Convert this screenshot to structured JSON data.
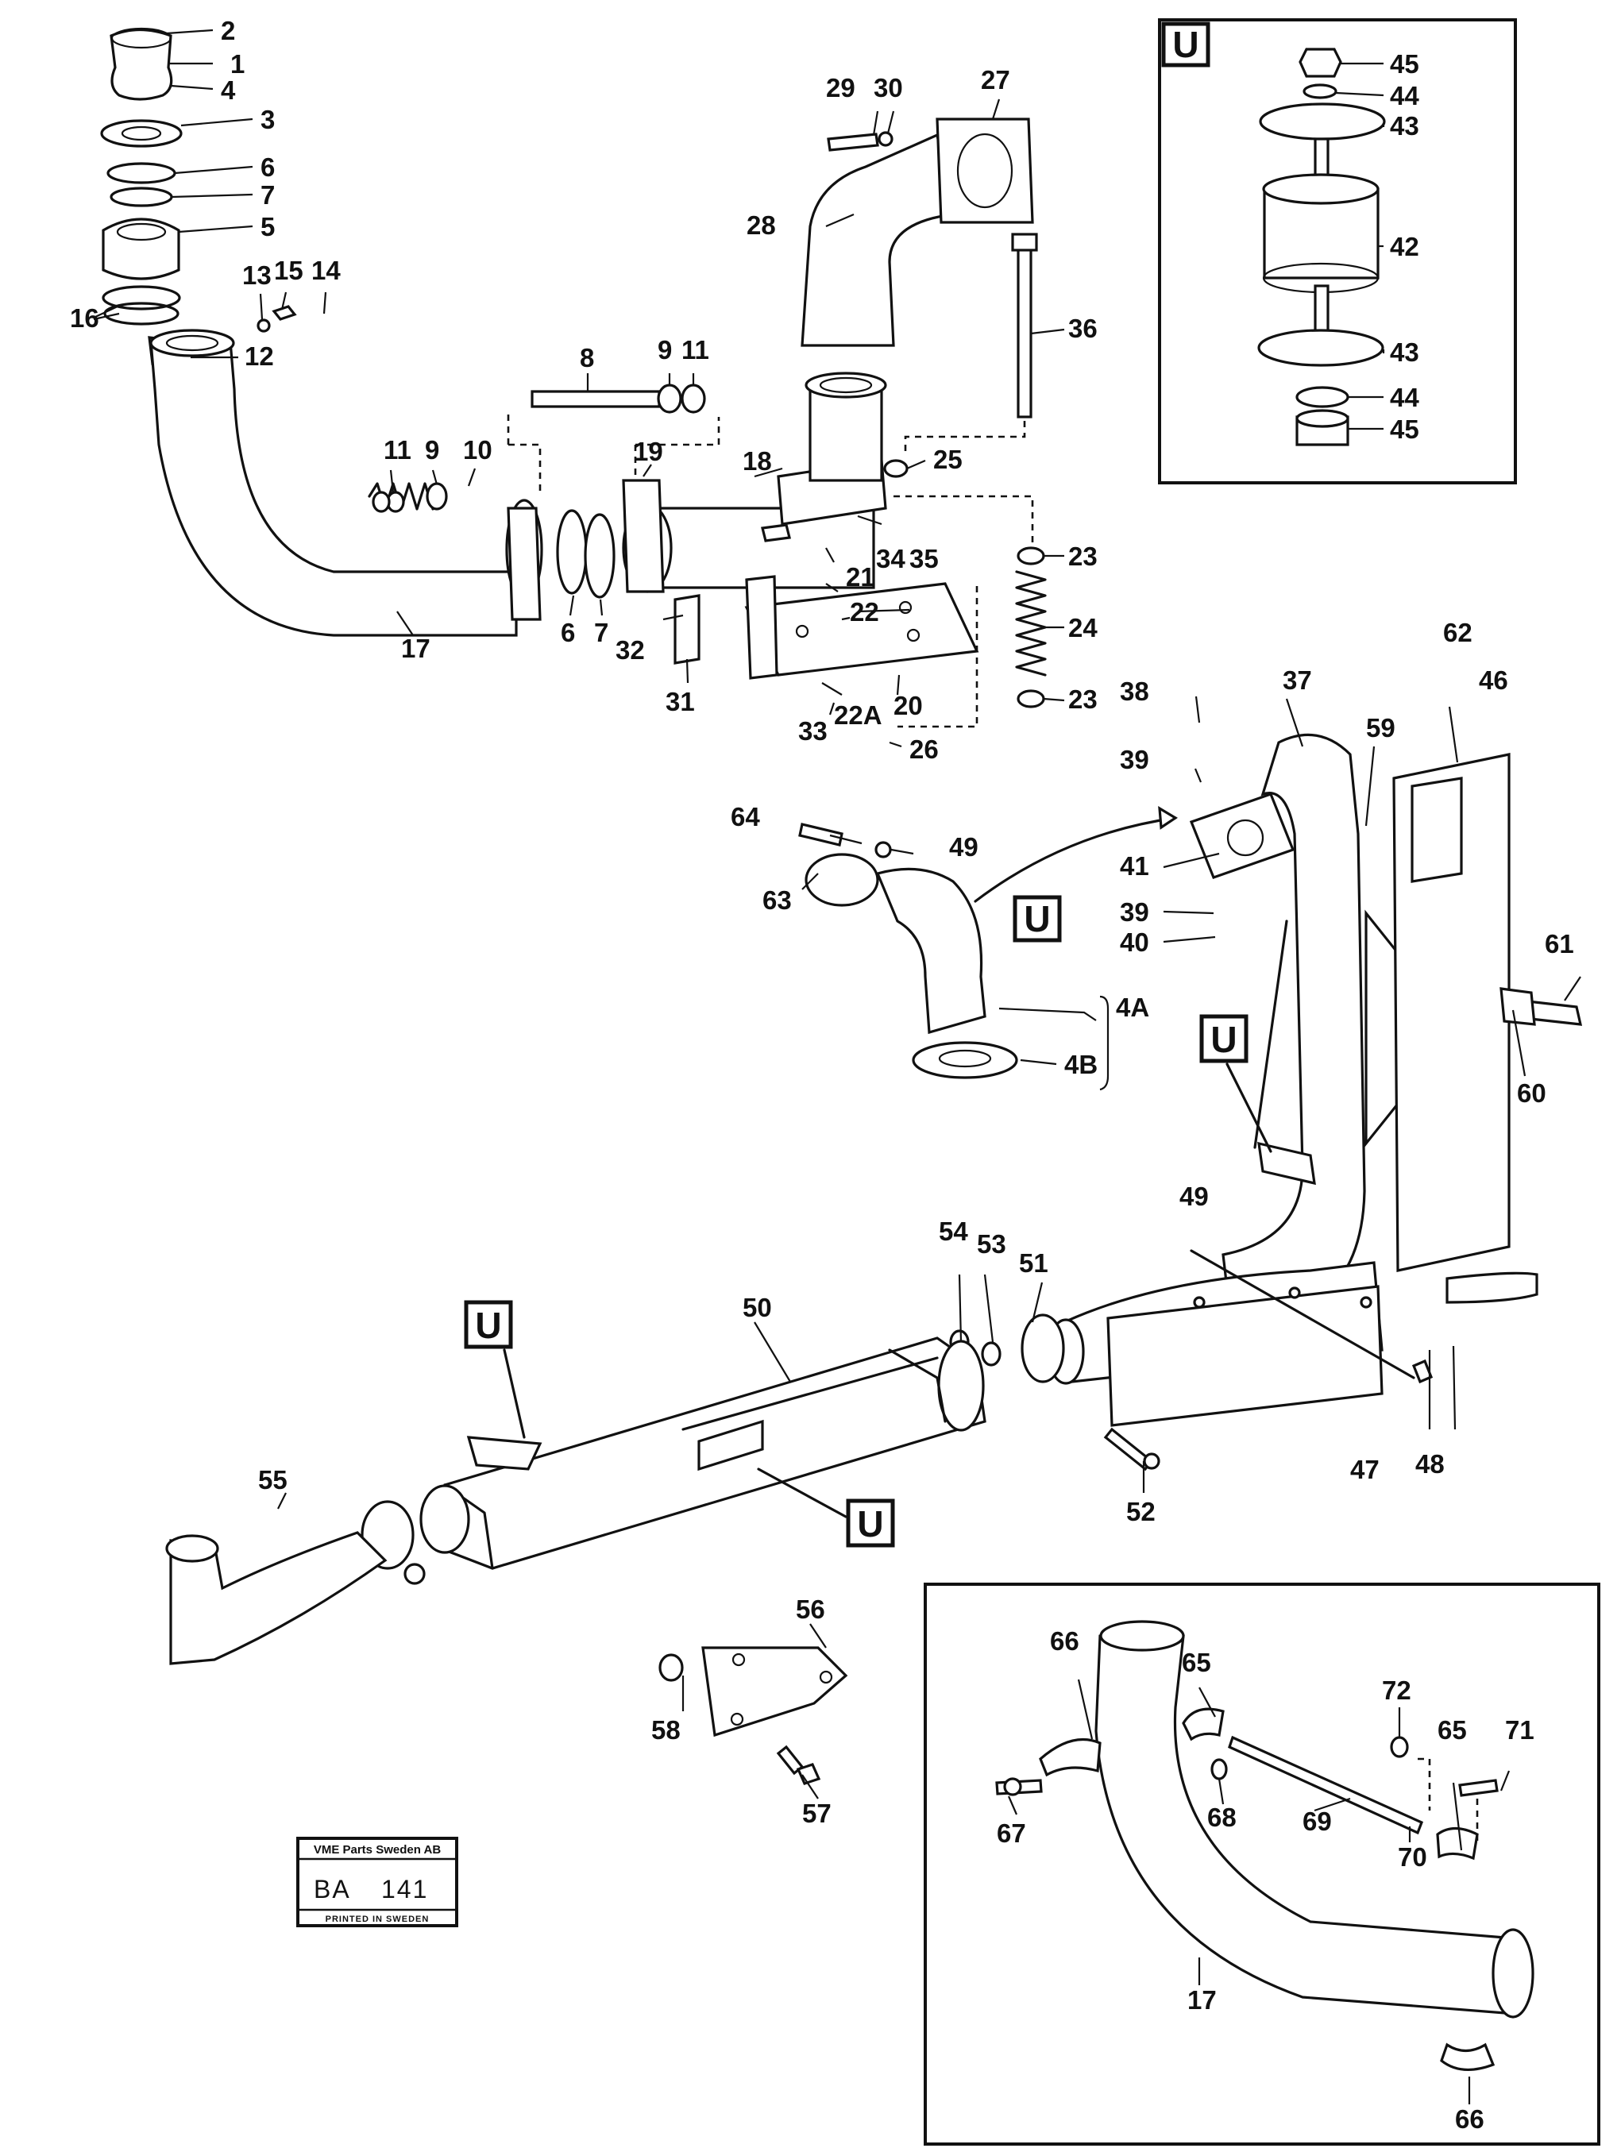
{
  "callouts": {
    "c1": "1",
    "c2": "2",
    "c3": "3",
    "c4": "4",
    "c5": "5",
    "c6": "6",
    "c6b": "6",
    "c7": "7",
    "c7b": "7",
    "c8": "8",
    "c9": "9",
    "c9b": "9",
    "c10": "10",
    "c11": "11",
    "c11b": "11",
    "c12": "12",
    "c13": "13",
    "c14": "14",
    "c15": "15",
    "c16": "16",
    "c17": "17",
    "c17b": "17",
    "c18": "18",
    "c19": "19",
    "c20": "20",
    "c21": "21",
    "c22": "22",
    "c22a": "22A",
    "c23": "23",
    "c23b": "23",
    "c24": "24",
    "c25": "25",
    "c26": "26",
    "c27": "27",
    "c28": "28",
    "c29": "29",
    "c30": "30",
    "c31": "31",
    "c32": "32",
    "c33": "33",
    "c34": "34",
    "c35": "35",
    "c36": "36",
    "c37": "37",
    "c38": "38",
    "c39": "39",
    "c39b": "39",
    "c40": "40",
    "c41": "41",
    "c42": "42",
    "c43": "43",
    "c43b": "43",
    "c44": "44",
    "c44b": "44",
    "c45": "45",
    "c45b": "45",
    "c46": "46",
    "c47": "47",
    "c48": "48",
    "c49": "49",
    "c49b": "49",
    "c50": "50",
    "c51": "51",
    "c52": "52",
    "c53": "53",
    "c54": "54",
    "c55": "55",
    "c56": "56",
    "c57": "57",
    "c58": "58",
    "c59": "59",
    "c60": "60",
    "c61": "61",
    "c62": "62",
    "c63": "63",
    "c64": "64",
    "c65": "65",
    "c65b": "65",
    "c66": "66",
    "c66b": "66",
    "c67": "67",
    "c68": "68",
    "c69": "69",
    "c70": "70",
    "c71": "71",
    "c72": "72",
    "c4a": "4A",
    "c4b": "4B"
  },
  "u_markers": {
    "inset_top": "U",
    "pipe_bend": "U",
    "stack": "U",
    "muffler_left": "U",
    "muffler_bottom": "U"
  },
  "stamp": {
    "company": "VME Parts Sweden AB",
    "code_prefix": "BA",
    "code_number": "141",
    "printed": "PRINTED IN SWEDEN"
  }
}
